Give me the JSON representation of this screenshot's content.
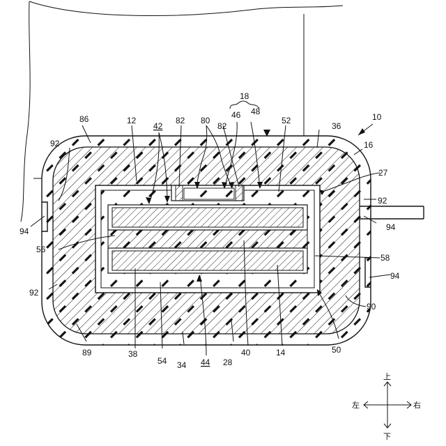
{
  "figure": {
    "references": [
      {
        "id": "r10",
        "text": "10"
      },
      {
        "id": "r12",
        "text": "12"
      },
      {
        "id": "r14",
        "text": "14"
      },
      {
        "id": "r16",
        "text": "16"
      },
      {
        "id": "r18",
        "text": "18"
      },
      {
        "id": "r27",
        "text": "27"
      },
      {
        "id": "r28",
        "text": "28"
      },
      {
        "id": "r34",
        "text": "34"
      },
      {
        "id": "r36",
        "text": "36"
      },
      {
        "id": "r38",
        "text": "38"
      },
      {
        "id": "r40",
        "text": "40"
      },
      {
        "id": "r42",
        "text": "42"
      },
      {
        "id": "r44",
        "text": "44"
      },
      {
        "id": "r46",
        "text": "46"
      },
      {
        "id": "r48",
        "text": "48"
      },
      {
        "id": "r50",
        "text": "50"
      },
      {
        "id": "r52",
        "text": "52"
      },
      {
        "id": "r54",
        "text": "54"
      },
      {
        "id": "r56",
        "text": "56"
      },
      {
        "id": "r58",
        "text": "58"
      },
      {
        "id": "r80",
        "text": "80"
      },
      {
        "id": "r82a",
        "text": "82"
      },
      {
        "id": "r82b",
        "text": "82"
      },
      {
        "id": "r86",
        "text": "86"
      },
      {
        "id": "r89",
        "text": "89"
      },
      {
        "id": "r90",
        "text": "90"
      },
      {
        "id": "r92a",
        "text": "92"
      },
      {
        "id": "r92b",
        "text": "92"
      },
      {
        "id": "r92c",
        "text": "92"
      },
      {
        "id": "r94a",
        "text": "94"
      },
      {
        "id": "r94b",
        "text": "94"
      },
      {
        "id": "r94c",
        "text": "94"
      }
    ],
    "directions": {
      "up": "上",
      "down": "下",
      "left": "左",
      "right": "右"
    }
  }
}
